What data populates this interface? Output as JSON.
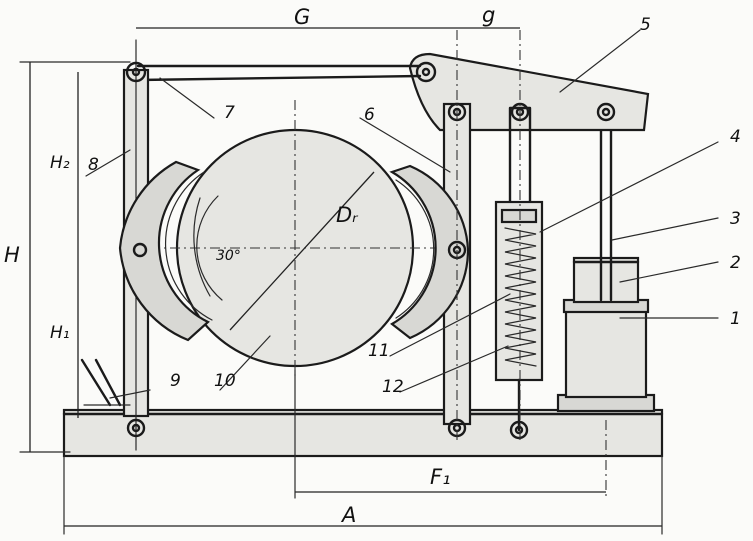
{
  "labels": {
    "n1": "1",
    "n2": "2",
    "n3": "3",
    "n4": "4",
    "n5": "5",
    "n6": "6",
    "n7": "7",
    "n8": "8",
    "n9": "9",
    "n10": "10",
    "n11": "11",
    "n12": "12"
  },
  "dimensions": {
    "G": "G",
    "g": "g",
    "H": "H",
    "H1": "H₁",
    "H2": "H₂",
    "Dr": "Dᵣ",
    "F1": "F₁",
    "A": "A",
    "angle": "30°"
  },
  "colors": {
    "ink": "#1b1b1b",
    "paper": "#fbfbf9",
    "shade": "#d8d8d4"
  }
}
